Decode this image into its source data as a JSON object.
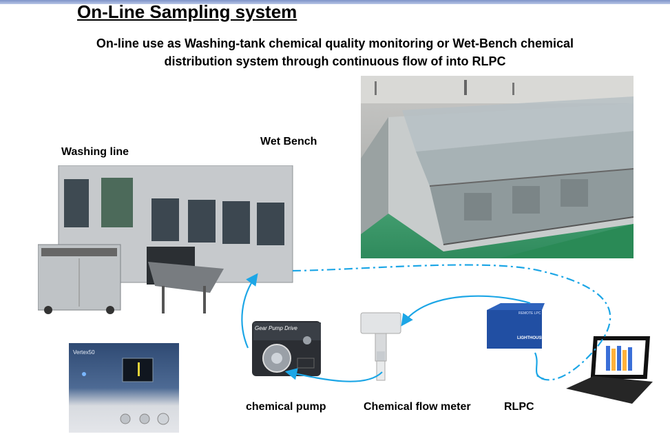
{
  "header": {
    "title": "On-Line Sampling system",
    "subtitle_line1": "On-line use as Washing-tank chemical quality monitoring or Wet-Bench chemical",
    "subtitle_line2": "distribution system through continuous flow of into RLPC"
  },
  "labels": {
    "washing_line": "Washing line",
    "wet_bench": "Wet Bench",
    "chemical_pump": "chemical pump",
    "flow_meter": "Chemical flow meter",
    "rlpc": "RLPC"
  },
  "device_text": {
    "vertex": "Vertex50",
    "pump_panel": "Gear Pump Drive",
    "rlpc_logo": "LIGHTHOUSE",
    "rlpc_panel": "REMOTE LPC"
  },
  "colors": {
    "flow_line": "#1ca6e6",
    "topbar": "#7e93c8"
  }
}
